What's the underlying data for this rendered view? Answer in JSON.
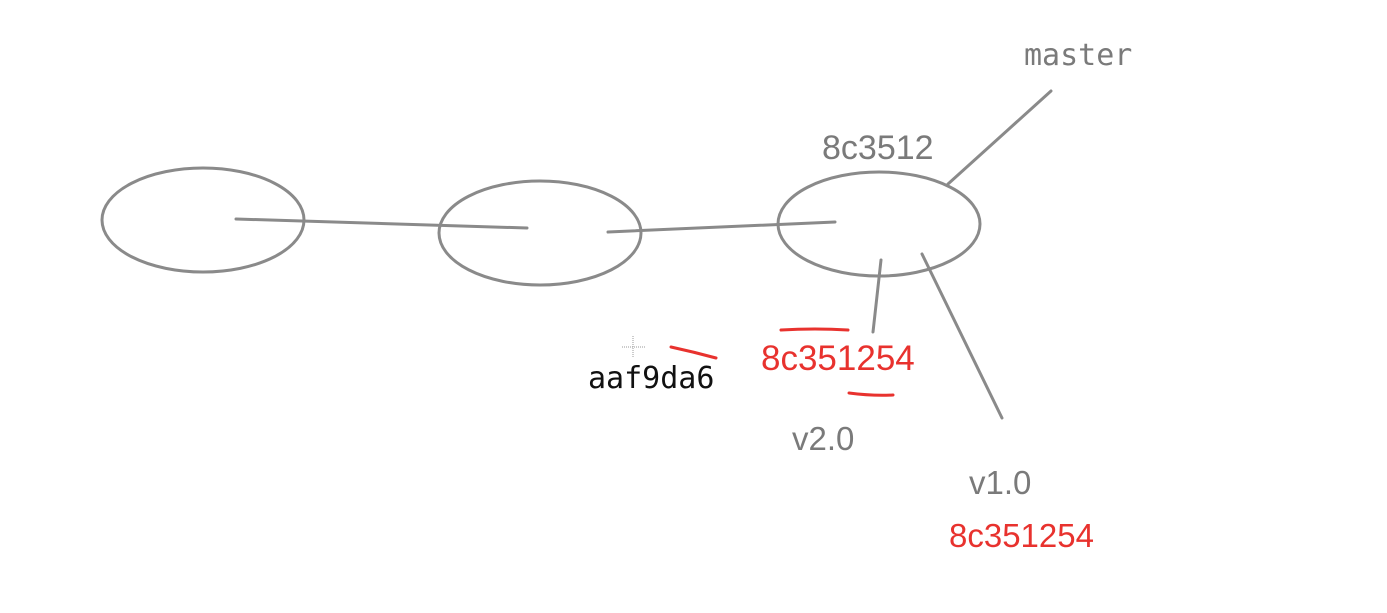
{
  "labels": {
    "master": "master",
    "head_commit_hash": "8c3512",
    "prior_commit_hash": "aaf9da6",
    "v2_hash": "8c351254",
    "v2_tag": "v2.0",
    "v1_tag": "v1.0",
    "v1_hash": "8c351254"
  },
  "colors": {
    "stroke": "#8a8a8a",
    "label_gray": "#7a7a7a",
    "highlight_red": "#e8322e",
    "text_black": "#111111"
  }
}
